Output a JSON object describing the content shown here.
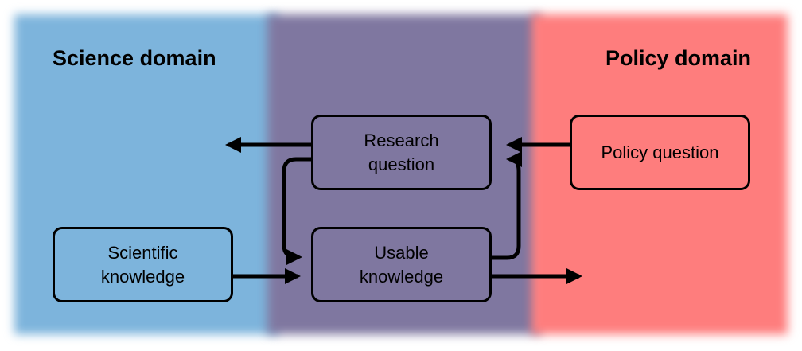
{
  "domains": {
    "science": {
      "title": "Science domain",
      "color": "#7db4dc"
    },
    "overlap": {
      "color": "#7f77a0"
    },
    "policy": {
      "title": "Policy domain",
      "color": "#fe7d7d"
    }
  },
  "nodes": {
    "research_question": {
      "label": "Research question"
    },
    "policy_question": {
      "label": "Policy question"
    },
    "scientific_knowledge": {
      "label": "Scientific knowledge"
    },
    "usable_knowledge": {
      "label": "Usable knowledge"
    }
  },
  "edges": [
    {
      "from": "policy_question",
      "to": "research_question"
    },
    {
      "from": "research_question",
      "to": "science_domain"
    },
    {
      "from": "research_question",
      "to": "usable_knowledge"
    },
    {
      "from": "usable_knowledge",
      "to": "research_question"
    },
    {
      "from": "scientific_knowledge",
      "to": "usable_knowledge"
    },
    {
      "from": "usable_knowledge",
      "to": "policy_domain"
    }
  ]
}
